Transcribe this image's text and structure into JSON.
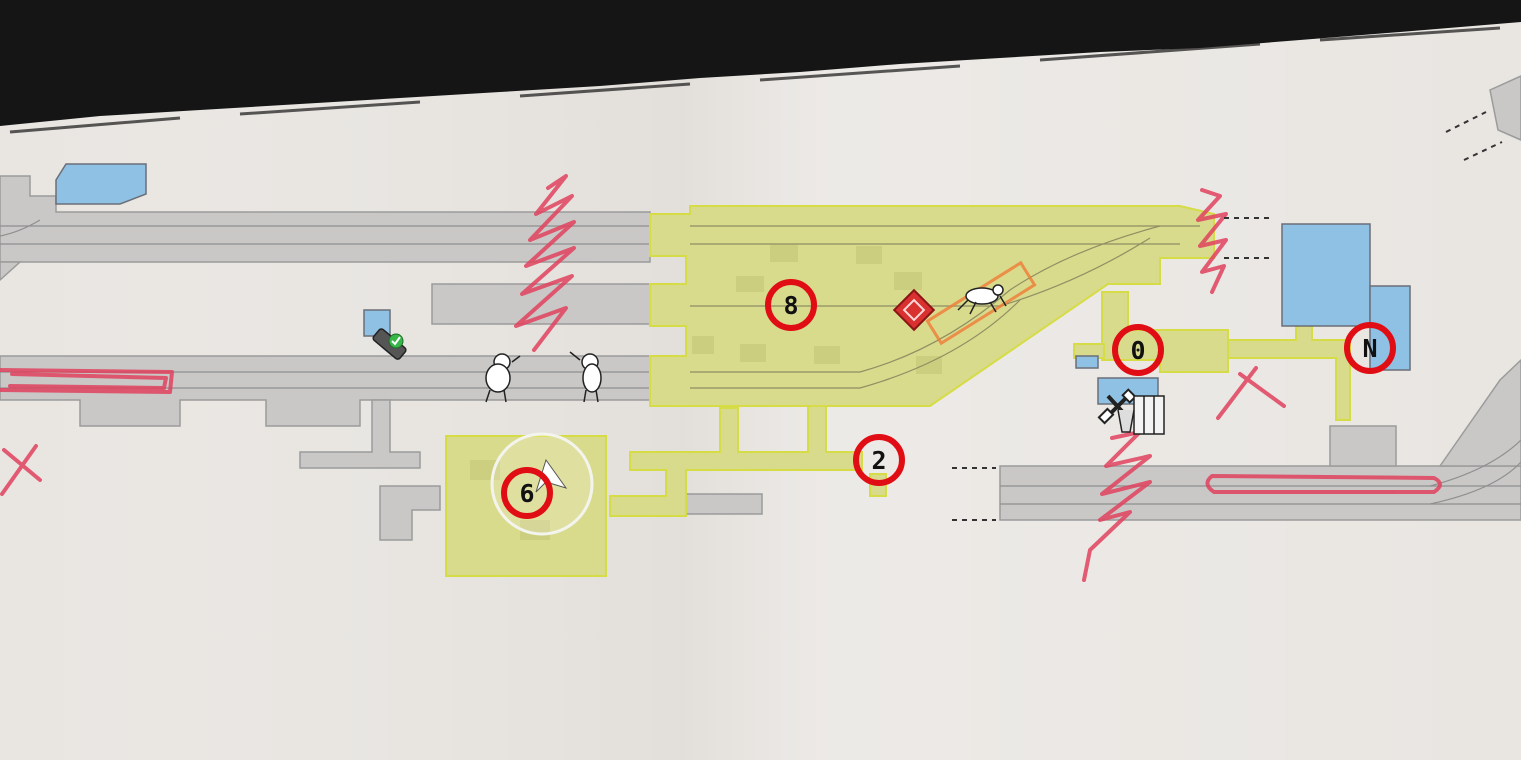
{
  "map": {
    "colors": {
      "paper": "#e9e6e2",
      "corridor": "#c9c8c7",
      "corridor_edge": "#9b9b9b",
      "zone": "#d8da8c",
      "zone_edge": "#d6dc45",
      "room": "#8fc1e4",
      "scribble": "#e0425e",
      "marker_ring": "#e00d14",
      "border_ink": "#151515"
    },
    "markers": [
      {
        "id": "marker-8",
        "label": "8"
      },
      {
        "id": "marker-2",
        "label": "2"
      },
      {
        "id": "marker-6",
        "label": "6"
      },
      {
        "id": "marker-0",
        "label": "0"
      },
      {
        "id": "marker-n",
        "label": "N"
      }
    ],
    "icons": [
      "objective-diamond-icon",
      "crawler-enemy-icon",
      "keycard-checkmark-icon",
      "enemy-figure-icon",
      "tools-icon",
      "locker-icon",
      "player-position-icon"
    ]
  }
}
